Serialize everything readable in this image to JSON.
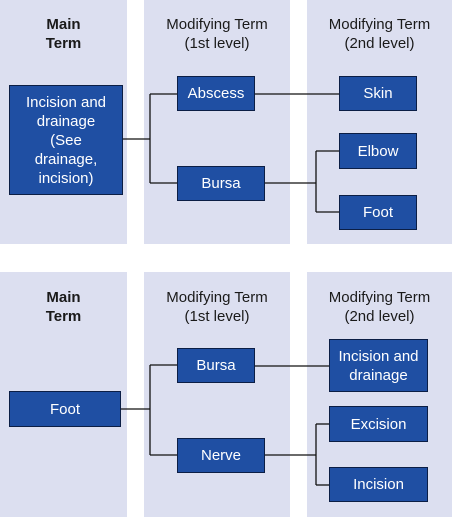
{
  "diagrams": [
    {
      "headers": {
        "main": [
          "Main",
          "Term"
        ],
        "level1": [
          "Modifying Term",
          "(1st level)"
        ],
        "level2": [
          "Modifying Term",
          "(2nd level)"
        ]
      },
      "main_term": "Incision and\ndrainage\n(See\ndrainage,\nincision)",
      "level1": [
        "Abscess",
        "Bursa"
      ],
      "level2": [
        "Skin",
        "Elbow",
        "Foot"
      ]
    },
    {
      "headers": {
        "main": [
          "Main",
          "Term"
        ],
        "level1": [
          "Modifying Term",
          "(1st level)"
        ],
        "level2": [
          "Modifying Term",
          "(2nd level)"
        ]
      },
      "main_term": "Foot",
      "level1": [
        "Bursa",
        "Nerve"
      ],
      "level2": [
        "Incision and\ndrainage",
        "Excision",
        "Incision"
      ]
    }
  ]
}
